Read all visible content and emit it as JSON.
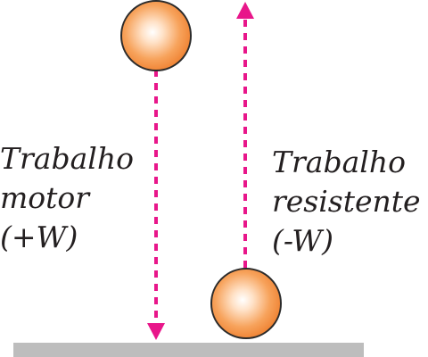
{
  "labels": {
    "motor": {
      "line1": "Trabalho",
      "line2": "motor",
      "line3": "(+W)"
    },
    "resistente": {
      "line1": "Trabalho",
      "line2": "resistente",
      "line3": "(-W)"
    }
  },
  "colors": {
    "arrow": "#e8168a",
    "ball_light": "#ffe9d6",
    "ball_mid": "#f7a35c",
    "ball_dark": "#ee7d2c",
    "ball_outline": "#2b2b2b",
    "ground": "#bdbdbd",
    "text": "#231f20"
  }
}
